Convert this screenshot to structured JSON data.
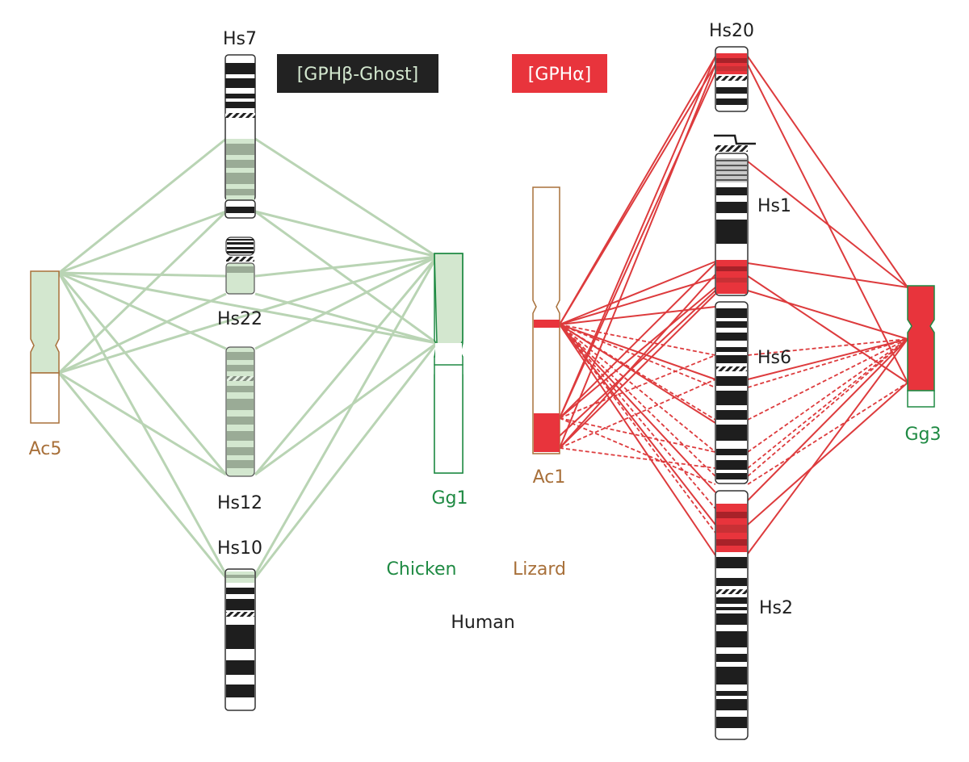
{
  "colors": {
    "human": "#1e1e1e",
    "chicken": "#1f8a43",
    "lizard": "#a8703a",
    "ghost_fill": "#d3e7cf",
    "ghost_line": "#b9d4b4",
    "alpha_fill": "#e8343c",
    "alpha_line": "#dd3b3d",
    "header_dark": "#222222",
    "header_red": "#e8343c"
  },
  "headers": {
    "ghost": "[GPHβ-Ghost]",
    "alpha": "[GPHα]"
  },
  "labels": {
    "hs7": "Hs7",
    "hs22": "Hs22",
    "hs12": "Hs12",
    "hs10": "Hs10",
    "ac5": "Ac5",
    "gg1": "Gg1",
    "hs20": "Hs20",
    "hs1": "Hs1",
    "hs6": "Hs6",
    "hs2": "Hs2",
    "ac1": "Ac1",
    "gg3": "Gg3"
  },
  "legend": {
    "chicken": "Chicken",
    "lizard": "Lizard",
    "human": "Human"
  }
}
